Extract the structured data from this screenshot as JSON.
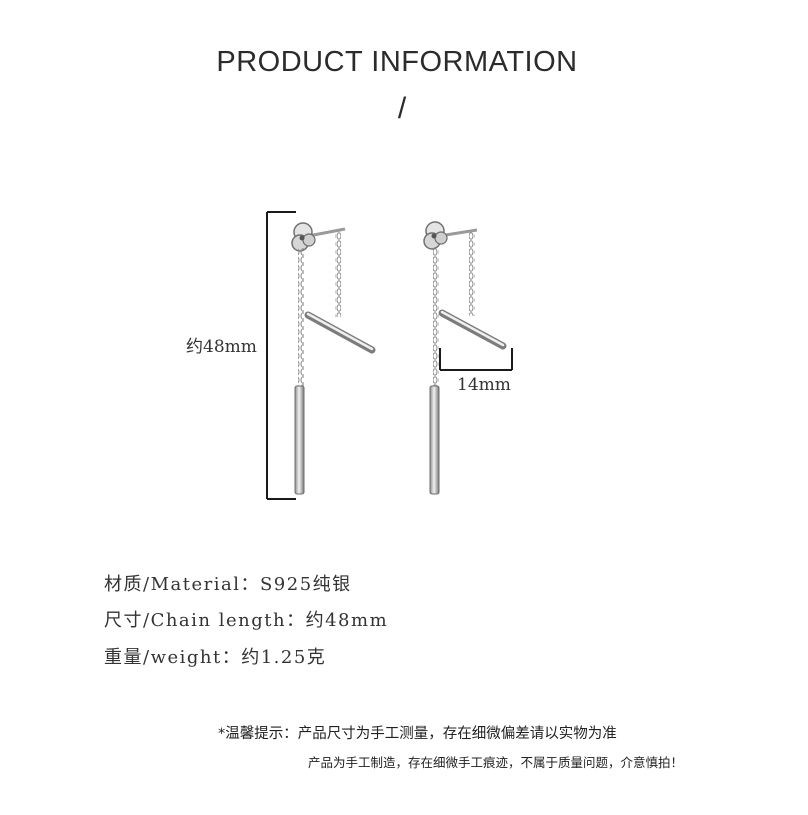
{
  "header": {
    "title": "PRODUCT INFORMATION",
    "separator": "/"
  },
  "dimensions": {
    "length_label": "约48mm",
    "width_label": "14mm"
  },
  "specs": [
    {
      "label": "材质/Material：",
      "value": "S925纯银"
    },
    {
      "label": "尺寸/Chain length：",
      "value": "约48mm"
    },
    {
      "label": "重量/weight：",
      "value": "约1.25克"
    }
  ],
  "notes": {
    "line1": "*温馨提示：产品尺寸为手工测量，存在细微偏差请以实物为准",
    "line2": "产品为手工制造，存在细微手工痕迹，不属于质量问题，介意慎拍！"
  },
  "colors": {
    "metal": "#b8b8b8",
    "dimension_line": "#1a1a1a"
  }
}
